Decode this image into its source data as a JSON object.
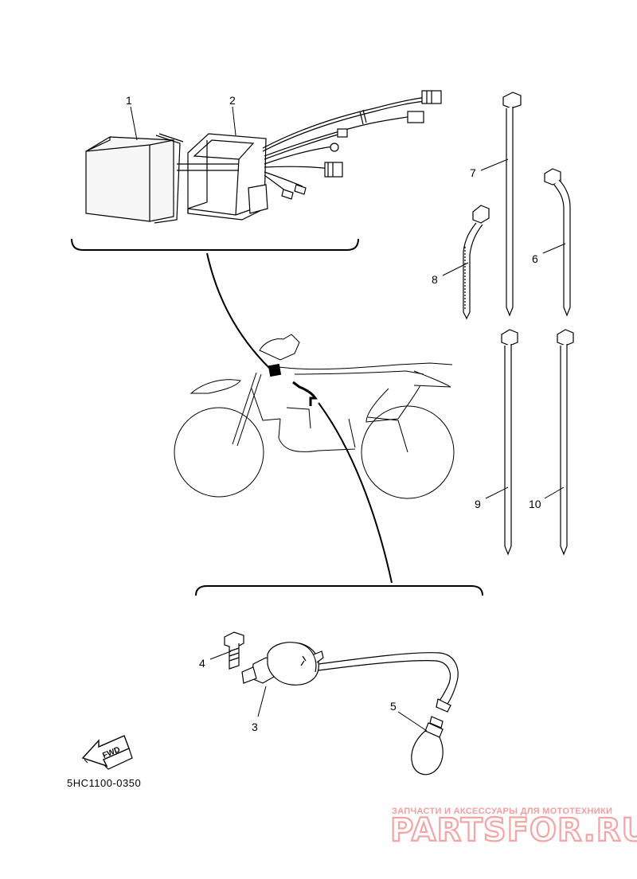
{
  "callouts": {
    "c1": "1",
    "c2": "2",
    "c3": "3",
    "c4": "4",
    "c5": "5",
    "c6": "6",
    "c7": "7",
    "c8": "8",
    "c9": "9",
    "c10": "10"
  },
  "diagram_code": "5HC1100-0350",
  "fwd_label": "FWD",
  "watermark": {
    "tagline": "ЗАПЧАСТИ И АКСЕССУАРЫ ДЛЯ МОТОТЕХНИКИ",
    "brand": "PARTSFOR.RU"
  },
  "colors": {
    "line": "#000000",
    "watermark": "#f2a5a5"
  }
}
